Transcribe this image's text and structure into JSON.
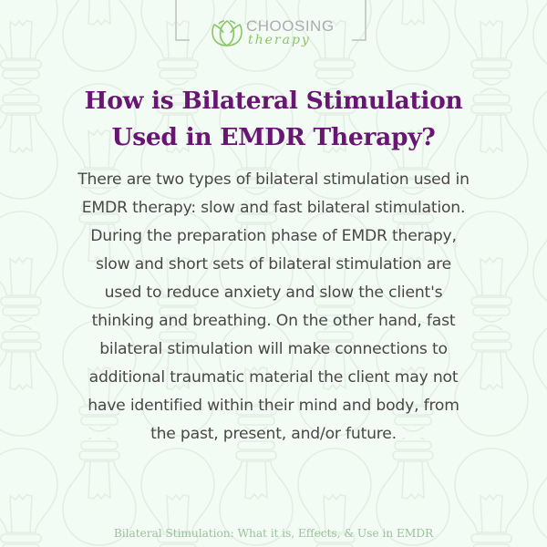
{
  "brand": {
    "name_top": "CHOOSING",
    "name_bottom": "therapy",
    "logo_icon": "lotus-flower-icon",
    "colors": {
      "gray": "#a9adb0",
      "green": "#8cc565"
    }
  },
  "title": {
    "lines": [
      "How is Bilateral Stimulation",
      "Used in EMDR Therapy?"
    ],
    "color": "#681573"
  },
  "body": {
    "lines": [
      "There are two types of bilateral stimulation used in",
      "EMDR therapy: slow and fast bilateral stimulation.",
      "During the preparation phase of EMDR therapy,",
      "slow and short sets of bilateral stimulation are",
      "used to reduce anxiety and slow the client's",
      "thinking and breathing. On the other hand, fast",
      "bilateral stimulation will make connections to",
      "additional traumatic material the client may not",
      "have identified within their mind and body, from",
      "the past, present, and/or future."
    ],
    "color": "#4a4648"
  },
  "caption": {
    "text": "Bilateral Stimulation: What it is, Effects, & Use in EMDR",
    "color": "#9ebf9f"
  },
  "background": {
    "color": "#f3fcf4",
    "pattern_icon": "light-bulb-pattern"
  }
}
